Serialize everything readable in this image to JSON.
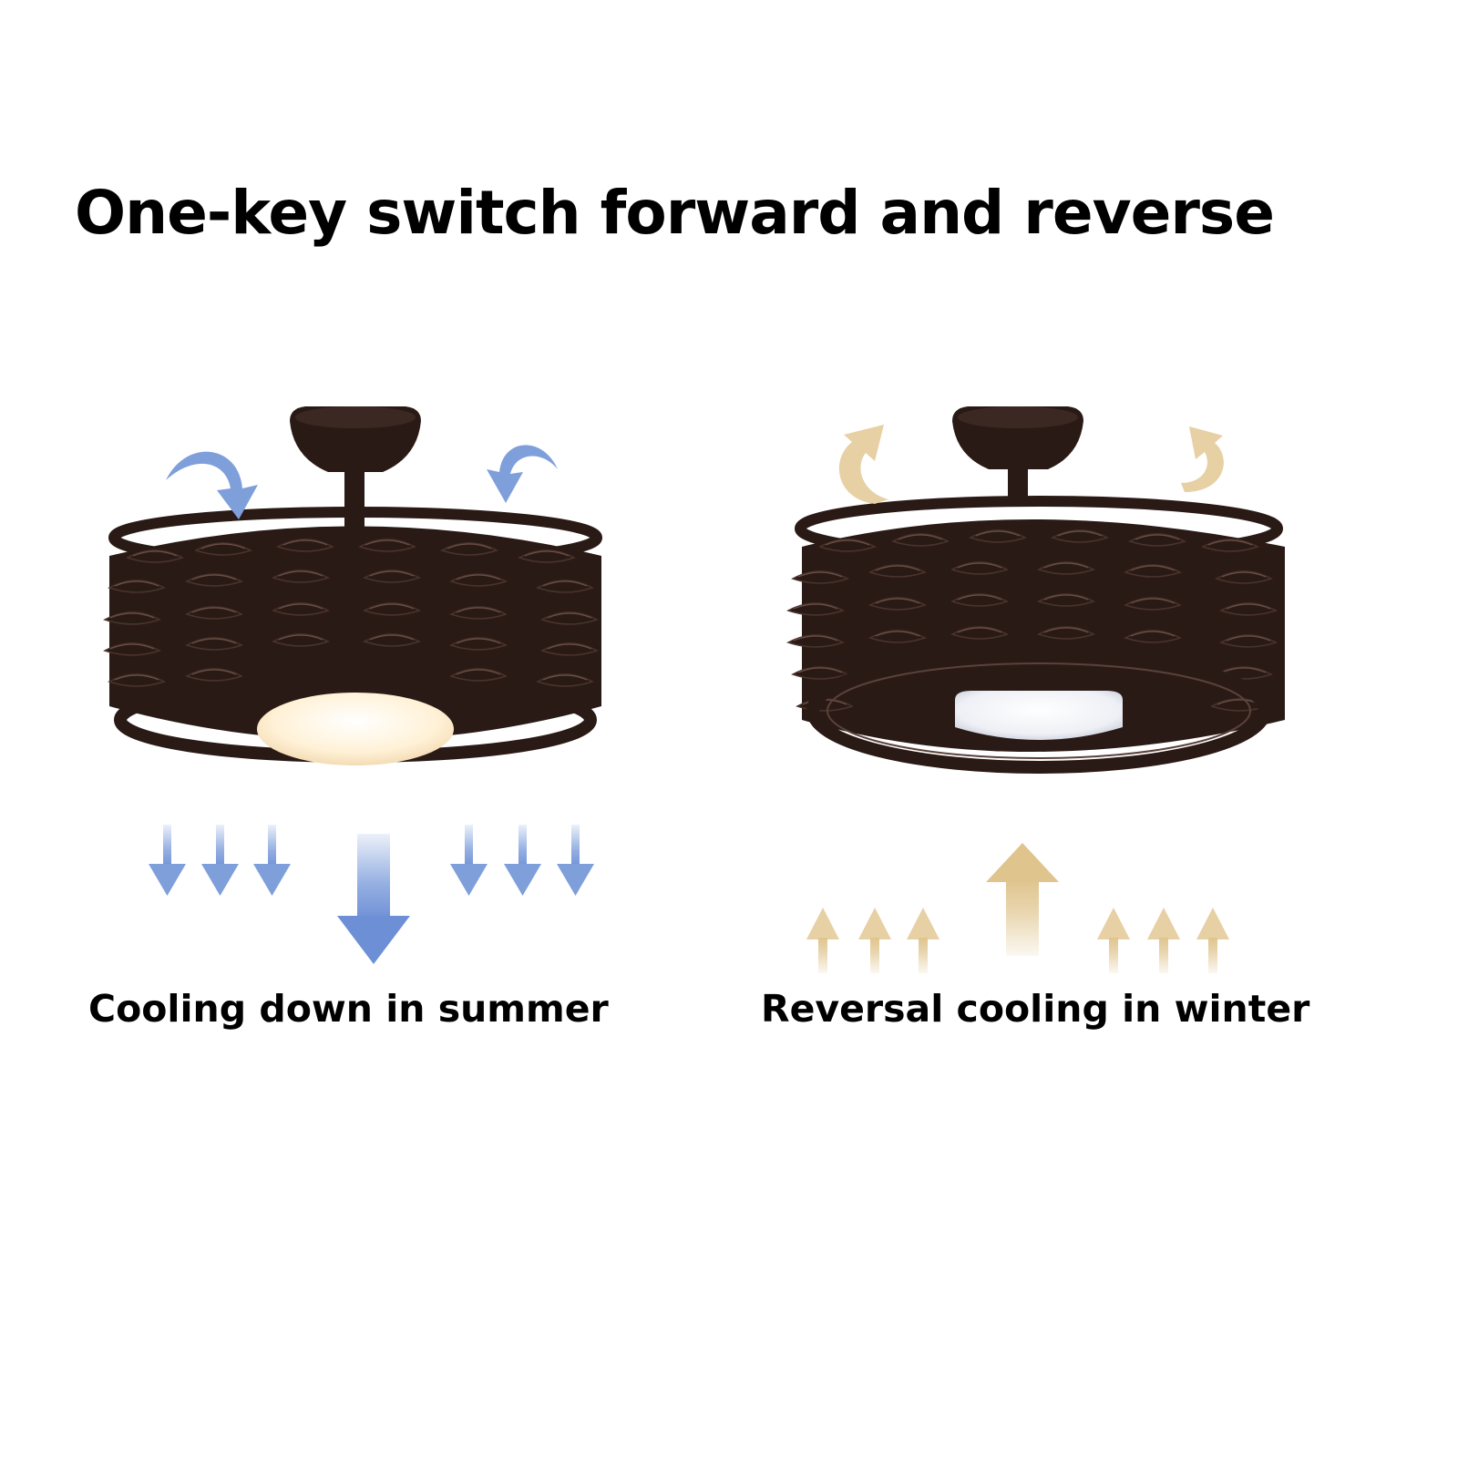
{
  "headline": "One-key switch forward and reverse",
  "modes": {
    "summer": {
      "caption": "Cooling down in summer",
      "airflow": "down",
      "arrow_color": "#7f9fdb"
    },
    "winter": {
      "caption": "Reversal cooling in winter",
      "airflow": "up",
      "arrow_color": "#e6d0a4"
    }
  },
  "colors": {
    "fan_body": "#2a1a16",
    "fan_highlight": "#5a423a",
    "warm_light": "#fff1d6",
    "cool_light": "#eef0f5"
  }
}
